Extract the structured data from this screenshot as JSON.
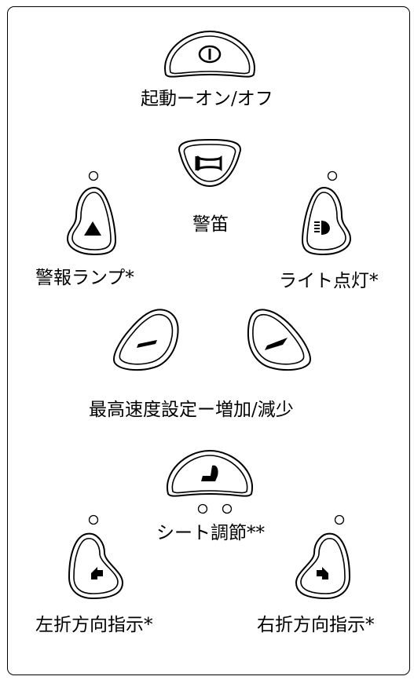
{
  "labels": {
    "power": "起動ーオン/オフ",
    "horn": "警笛",
    "hazard": "警報ランプ*",
    "lights": "ライト点灯*",
    "max_speed": "最高速度設定ー増加/減少",
    "seat": "シート調節**",
    "left_turn": "左折方向指示*",
    "right_turn": "右折方向指示*"
  },
  "icons": {
    "power": "power-icon",
    "horn": "horn-icon",
    "hazard": "hazard-triangle-icon",
    "lights": "headlight-icon",
    "speed_down": "speed-decrease-icon",
    "speed_up": "speed-increase-icon",
    "seat": "seat-icon",
    "left_turn": "arrow-left-icon",
    "right_turn": "arrow-right-icon",
    "indicator": "indicator-led-icon"
  }
}
